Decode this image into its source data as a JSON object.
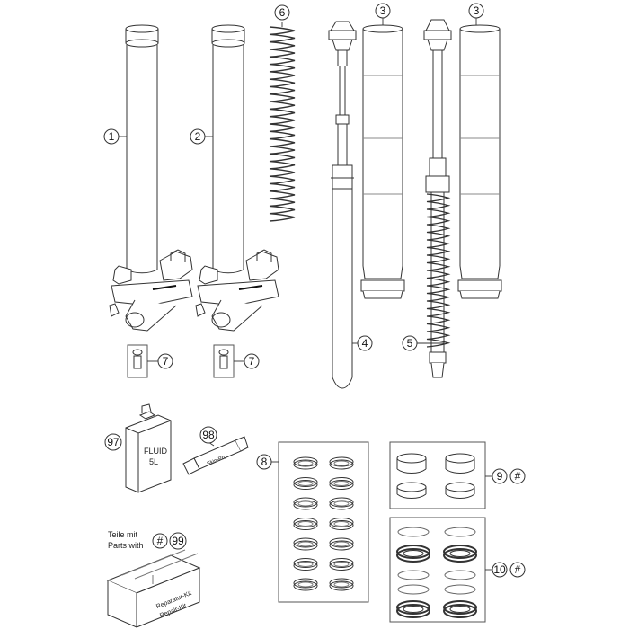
{
  "callouts": [
    {
      "key": "c1",
      "label": "1"
    },
    {
      "key": "c2",
      "label": "2"
    },
    {
      "key": "c3a",
      "label": "3"
    },
    {
      "key": "c3b",
      "label": "3"
    },
    {
      "key": "c4",
      "label": "4"
    },
    {
      "key": "c5",
      "label": "5"
    },
    {
      "key": "c6",
      "label": "6"
    },
    {
      "key": "c7a",
      "label": "7"
    },
    {
      "key": "c7b",
      "label": "7"
    },
    {
      "key": "c8",
      "label": "8"
    },
    {
      "key": "c9",
      "label": "9"
    },
    {
      "key": "c9h",
      "label": "#"
    },
    {
      "key": "c10",
      "label": "10"
    },
    {
      "key": "c10h",
      "label": "#"
    },
    {
      "key": "c97",
      "label": "97"
    },
    {
      "key": "c98",
      "label": "98"
    },
    {
      "key": "c99h",
      "label": "#"
    },
    {
      "key": "c99",
      "label": "99"
    }
  ],
  "text": {
    "can_label_line1": "FLUID",
    "can_label_line2": "5L",
    "tube_label": "Skin-Pro",
    "repair_note_line1": "Teile mit",
    "repair_note_line2": "Parts with",
    "box_label_line1": "Reparatur-Kit",
    "box_label_line2": "Repair-Kit"
  }
}
